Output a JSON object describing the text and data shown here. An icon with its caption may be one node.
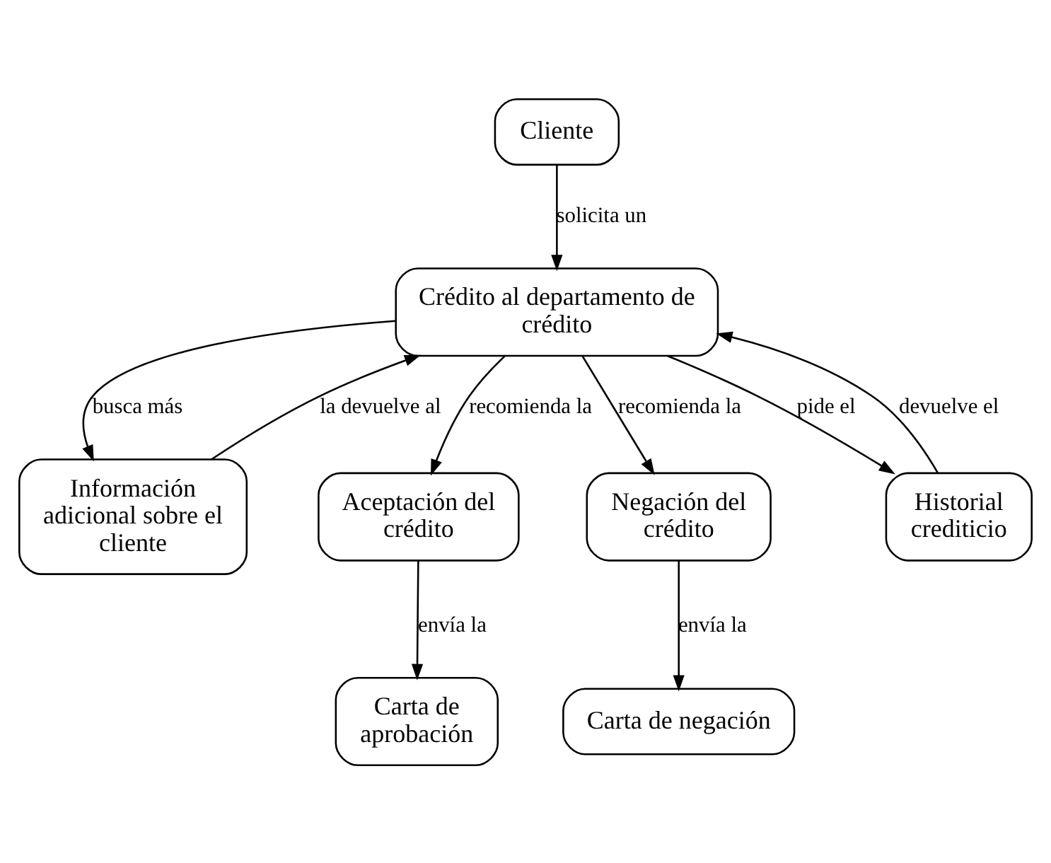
{
  "diagram": {
    "nodes": [
      {
        "text": [
          "Cliente"
        ]
      },
      {
        "text": [
          "Crédito al departamento de crédito"
        ]
      },
      {
        "text": [
          "Información adicional sobre el cliente"
        ]
      },
      {
        "text": [
          "Aceptación del crédito"
        ]
      },
      {
        "text": [
          "Negación del crédito"
        ]
      },
      {
        "text": [
          "Historial crediticio"
        ]
      },
      {
        "text": [
          "Carta de aprobación"
        ]
      },
      {
        "text": [
          "Carta de negación"
        ]
      }
    ],
    "edges": [
      {
        "from": 0,
        "to": 1,
        "arrow": "to",
        "label": "solicita un"
      },
      {
        "from": 1,
        "to": 2,
        "arrow": "to",
        "label": "busca más"
      },
      {
        "from": 2,
        "to": 1,
        "arrow": "to",
        "label": "la devuelve al"
      },
      {
        "from": 1,
        "to": 3,
        "arrow": "to",
        "label": "recomienda la"
      },
      {
        "from": 1,
        "to": 4,
        "arrow": "to",
        "label": "recomienda la"
      },
      {
        "from": 1,
        "to": 5,
        "arrow": "to",
        "label": "pide el"
      },
      {
        "from": 5,
        "to": 1,
        "arrow": "to",
        "label": "devuelve el"
      },
      {
        "from": 3,
        "to": 6,
        "arrow": "to",
        "label": "envía la"
      },
      {
        "from": 4,
        "to": 7,
        "arrow": "to",
        "label": "envía la"
      }
    ]
  }
}
